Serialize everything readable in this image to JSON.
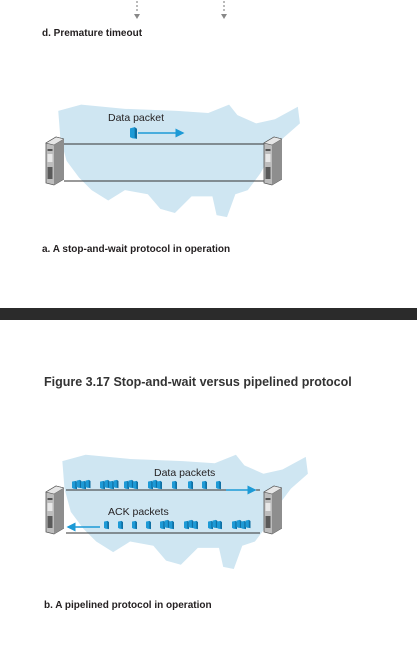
{
  "captions": {
    "premature_timeout": "d. Premature timeout",
    "stop_and_wait": "a. A stop-and-wait protocol in operation",
    "pipelined": "b. A pipelined protocol in operation"
  },
  "figure_title": "Figure 3.17 Stop-and-wait versus pipelined protocol",
  "diagram_a": {
    "packet_label": "Data packet"
  },
  "diagram_b": {
    "data_label": "Data packets",
    "ack_label": "ACK packets"
  },
  "colors": {
    "map": "#cfe6f2",
    "packet": "#1d9ad6",
    "line": "#333333"
  }
}
